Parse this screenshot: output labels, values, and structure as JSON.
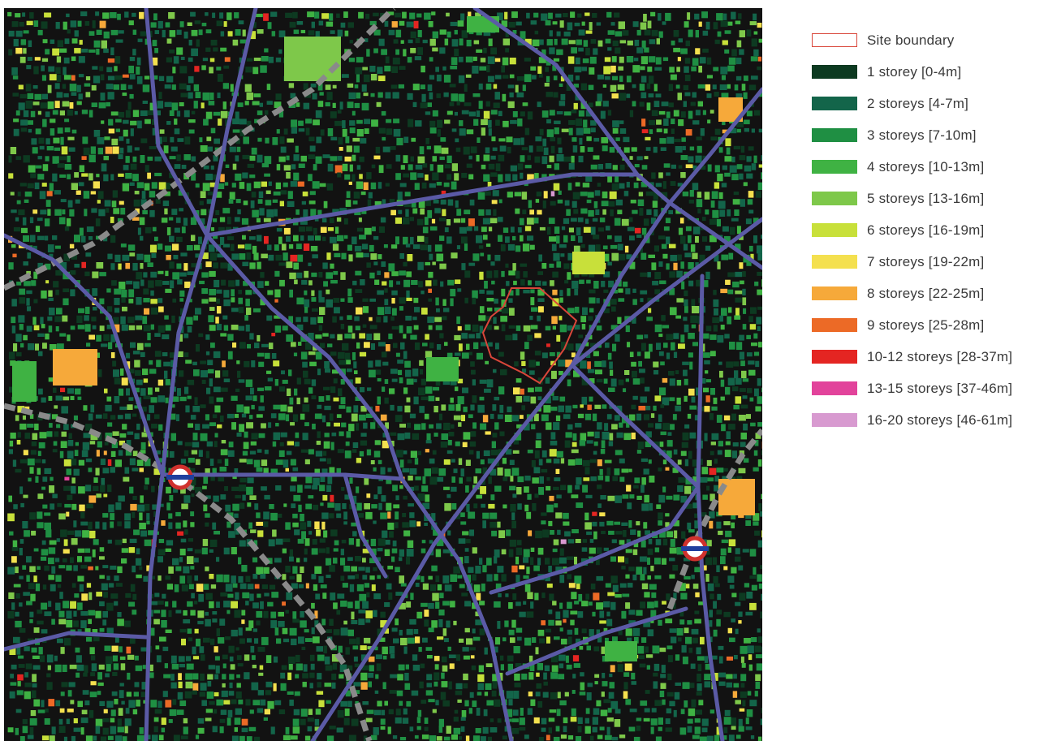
{
  "colors": {
    "background": "#121212",
    "road": "#5b5aa6",
    "rail": "#8a8a8a",
    "site_boundary": "#d9463a",
    "station_ring": "#d0312d",
    "station_bar": "#1f3f9e"
  },
  "map": {
    "icons": {
      "station": "underground-roundel-icon"
    }
  },
  "legend": {
    "items": [
      {
        "label": "Site boundary",
        "color": "#d9463a",
        "style": "outline"
      },
      {
        "label": "1 storey [0-4m]",
        "color": "#0d3a21",
        "style": "fill"
      },
      {
        "label": "2 storeys [4-7m]",
        "color": "#13654a",
        "style": "fill"
      },
      {
        "label": "3 storeys [7-10m]",
        "color": "#1f8f43",
        "style": "fill"
      },
      {
        "label": "4 storeys [10-13m]",
        "color": "#3fb243",
        "style": "fill"
      },
      {
        "label": "5 storeys [13-16m]",
        "color": "#7ec84a",
        "style": "fill"
      },
      {
        "label": "6 storeys [16-19m]",
        "color": "#c8e03a",
        "style": "fill"
      },
      {
        "label": "7 storeys [19-22m]",
        "color": "#f4e04f",
        "style": "fill"
      },
      {
        "label": "8 storeys [22-25m]",
        "color": "#f6a93a",
        "style": "fill"
      },
      {
        "label": "9 storeys [25-28m]",
        "color": "#ec6a26",
        "style": "fill"
      },
      {
        "label": "10-12 storeys [28-37m]",
        "color": "#e42522",
        "style": "fill"
      },
      {
        "label": "13-15 storeys [37-46m]",
        "color": "#e2439b",
        "style": "fill"
      },
      {
        "label": "16-20 storeys [46-61m]",
        "color": "#d89ad0",
        "style": "fill"
      }
    ]
  }
}
